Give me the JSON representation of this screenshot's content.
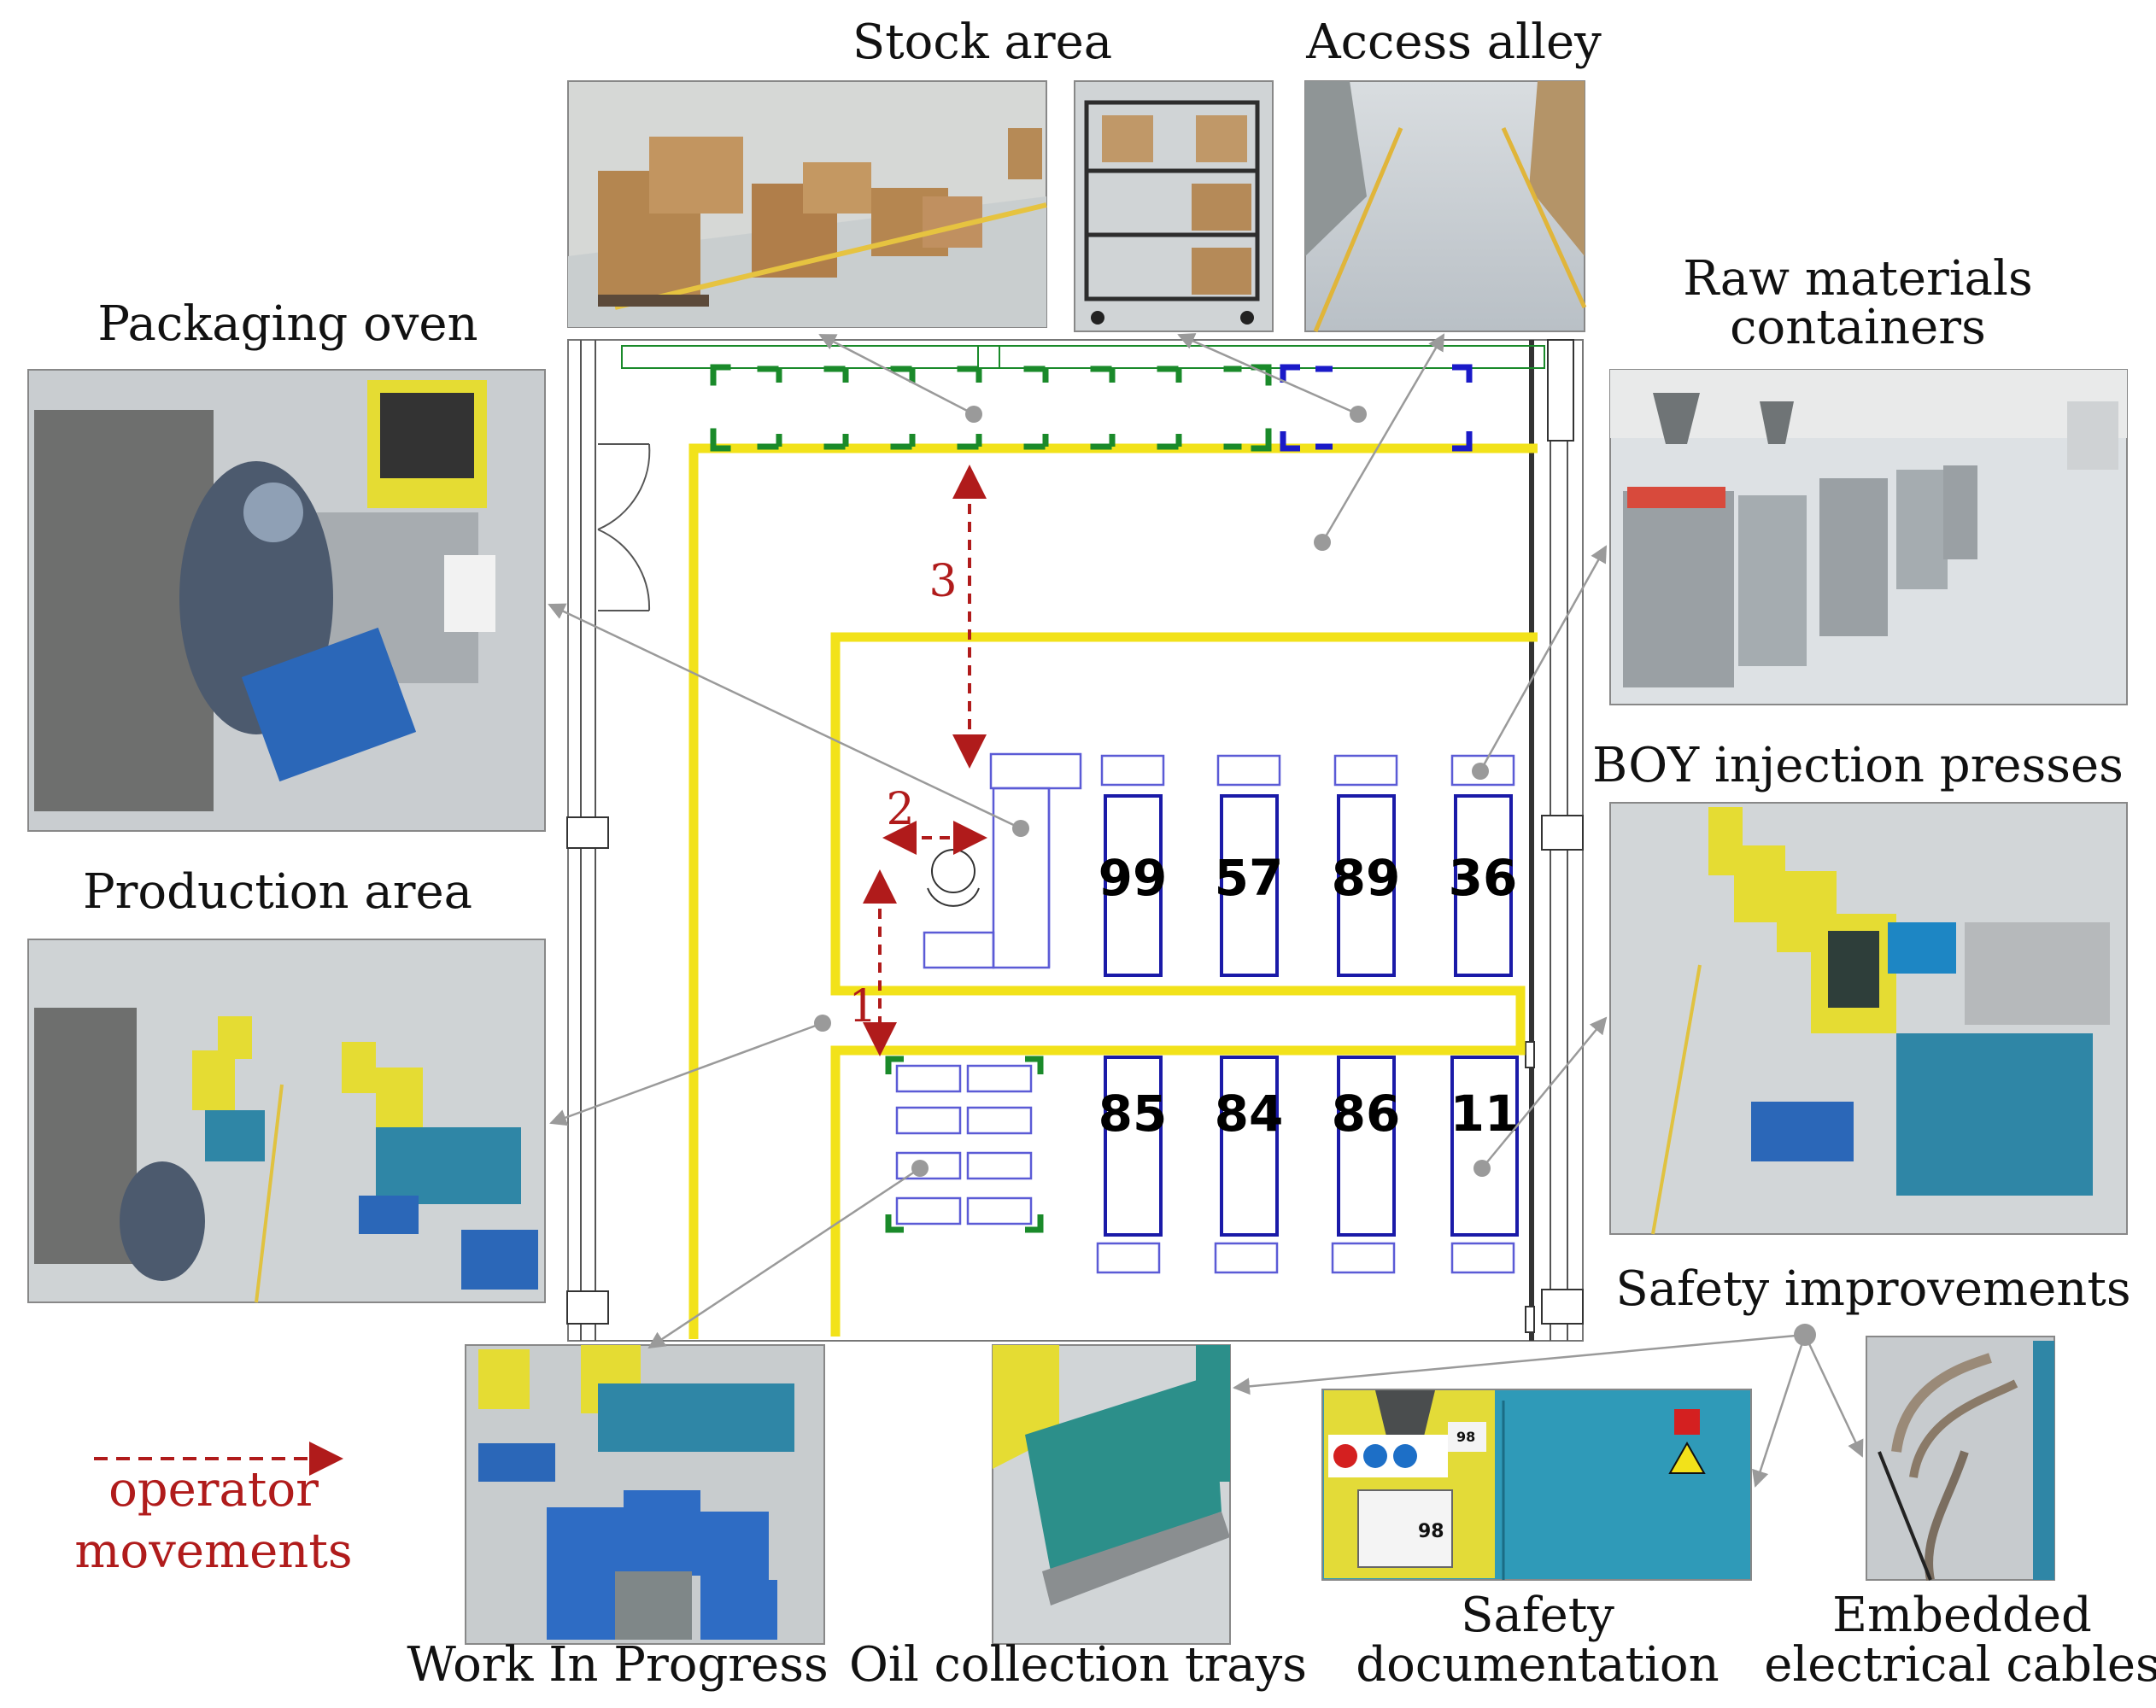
{
  "labels": {
    "stock_area": "Stock area",
    "access_alley": "Access alley",
    "packaging_oven": "Packaging oven",
    "raw_materials_line1": "Raw materials",
    "raw_materials_line2": "containers",
    "boy_presses": "BOY injection presses",
    "production_area": "Production area",
    "safety_improvements": "Safety improvements",
    "work_in_progress": "Work In Progress",
    "oil_trays": "Oil collection trays",
    "safety_doc_line1": "Safety",
    "safety_doc_line2": "documentation",
    "cables_line1": "Embedded",
    "cables_line2": "electrical cables"
  },
  "legend": {
    "line1": "operator",
    "line2": "movements"
  },
  "movements": [
    "1",
    "2",
    "3"
  ],
  "presses_top": [
    "99",
    "57",
    "89",
    "36"
  ],
  "presses_bottom": [
    "85",
    "84",
    "86",
    "11"
  ],
  "photo_labels": {
    "press_tag": "98",
    "press_tag_small": "98"
  },
  "colors": {
    "yellow_path": "#f2e21a",
    "machine_blue": "#1a1aa8",
    "light_blue": "#5b5bd6",
    "stock_green": "#1a8a2a",
    "movement_red": "#b01b1b",
    "leader_gray": "#9a9a9a"
  }
}
